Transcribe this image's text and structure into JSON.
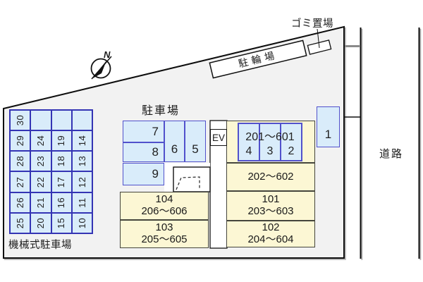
{
  "labels": {
    "parking_area": "駐車場",
    "mechanical_parking": "機械式駐車場",
    "bicycle_parking": "駐輪場",
    "garbage_area": "ゴミ置場",
    "road": "道路",
    "elevator": "EV",
    "compass_north": "N"
  },
  "colors": {
    "site_fill": "#f2f2f2",
    "parking_cell_fill": "#d9ecfa",
    "mechanical_grid_border": "#3434b4",
    "parking_cell_border": "#5151cc",
    "building_fill": "#fcf7d4",
    "building_border": "#45453c",
    "outline": "#111111"
  },
  "mechanical_grid": {
    "rows": [
      [
        "30",
        "",
        "",
        ""
      ],
      [
        "29",
        "24",
        "19",
        "14"
      ],
      [
        "28",
        "23",
        "18",
        "13"
      ],
      [
        "27",
        "22",
        "17",
        "12"
      ],
      [
        "26",
        "21",
        "16",
        "11"
      ],
      [
        "25",
        "20",
        "15",
        "10"
      ]
    ]
  },
  "parking_spaces": {
    "s7": "7",
    "s8": "8",
    "s9": "9",
    "s6": "6",
    "s5": "5",
    "s1": "1"
  },
  "piloti_spaces": {
    "range": "201～601",
    "cells": [
      "4",
      "3",
      "2"
    ]
  },
  "building_units": {
    "u104": {
      "line1": "104",
      "line2": "206～606"
    },
    "u103": {
      "line1": "103",
      "line2": "205～605"
    },
    "u202": {
      "line1": "202～602",
      "line2": ""
    },
    "u101": {
      "line1": "101",
      "line2": "203～603"
    },
    "u102": {
      "line1": "102",
      "line2": "204～604"
    }
  }
}
